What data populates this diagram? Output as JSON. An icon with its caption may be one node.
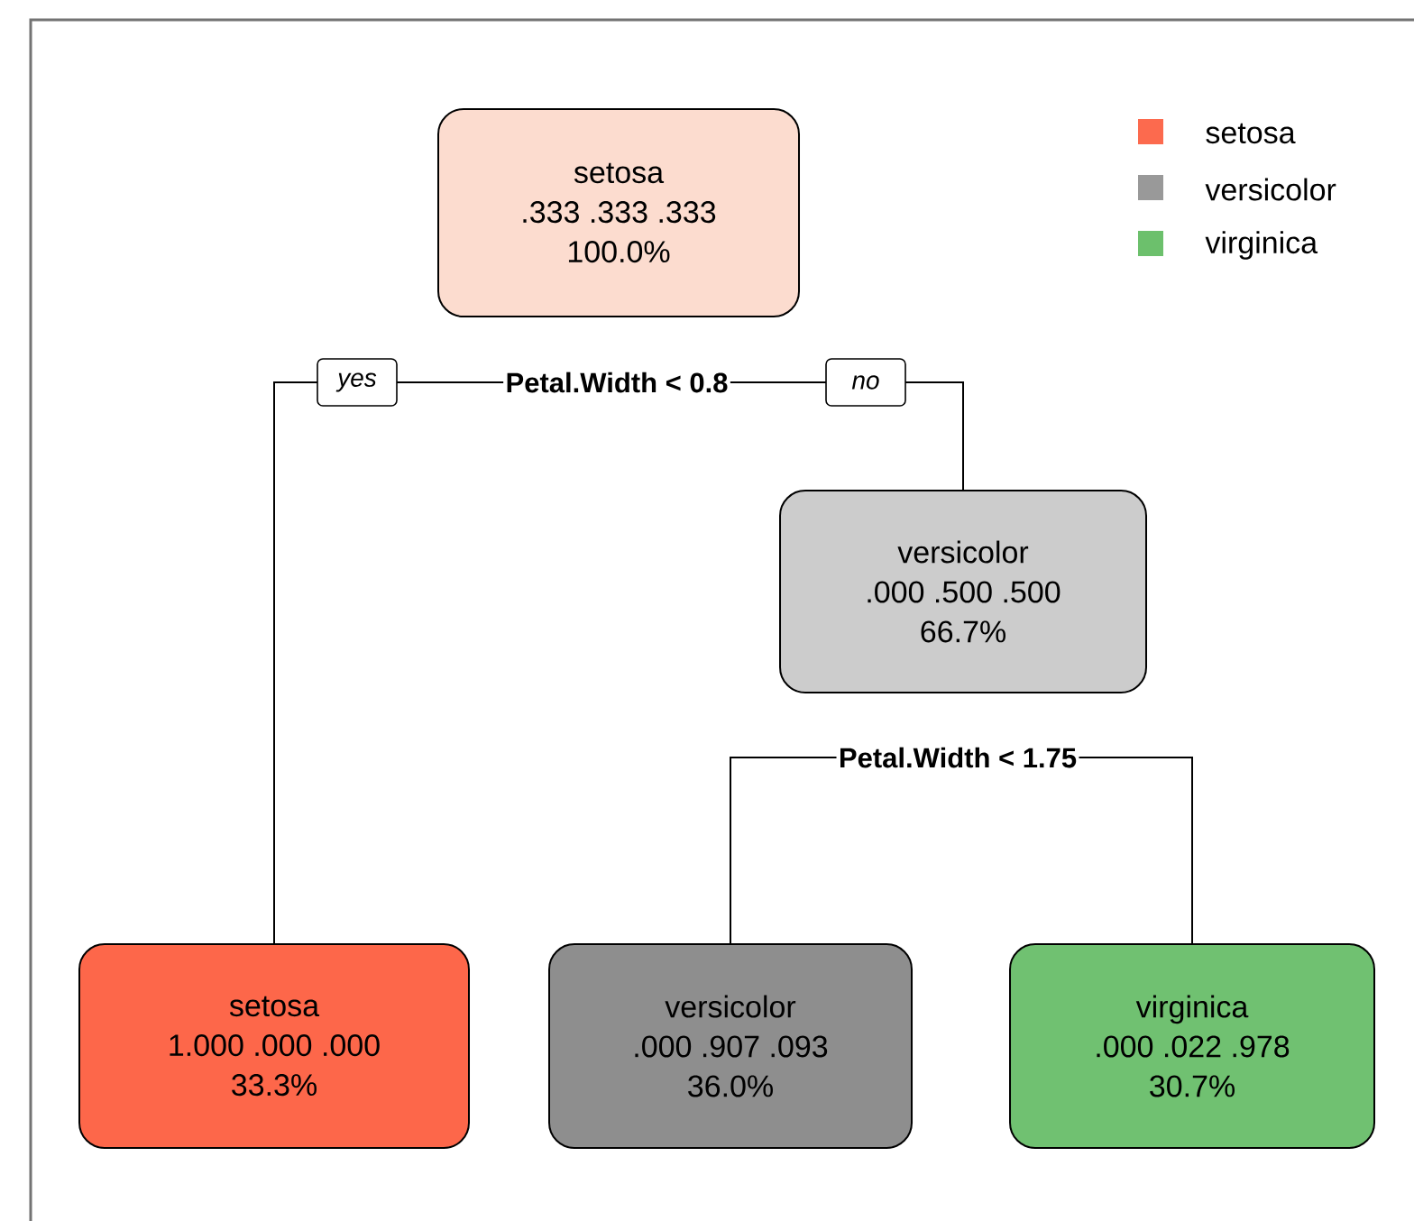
{
  "diagram": {
    "nodes": [
      {
        "text": [
          "setosa",
          ".333 .333 .333",
          "100.0%"
        ]
      },
      {
        "text": [
          "Petal.Width < 0.8"
        ]
      },
      {
        "text": [
          "versicolor",
          ".000 .500 .500",
          "66.7%"
        ]
      },
      {
        "text": [
          "Petal.Width < 1.75"
        ]
      },
      {
        "text": [
          "setosa",
          "1.000 .000 .000",
          "33.3%"
        ]
      },
      {
        "text": [
          "versicolor",
          ".000 .907 .093",
          "36.0%"
        ]
      },
      {
        "text": [
          "virginica",
          ".000 .022 .978",
          "30.7%"
        ]
      }
    ],
    "edges": [
      {
        "from": 1,
        "to": 4,
        "arrow": "none",
        "label": "yes"
      },
      {
        "from": 1,
        "to": 2,
        "arrow": "none",
        "label": "no"
      },
      {
        "from": 3,
        "to": 5,
        "arrow": "none"
      },
      {
        "from": 3,
        "to": 6,
        "arrow": "none"
      }
    ],
    "legend": [
      {
        "text": "setosa",
        "color": "#fc6a4e"
      },
      {
        "text": "versicolor",
        "color": "#999999"
      },
      {
        "text": "virginica",
        "color": "#6cc06c"
      }
    ]
  }
}
